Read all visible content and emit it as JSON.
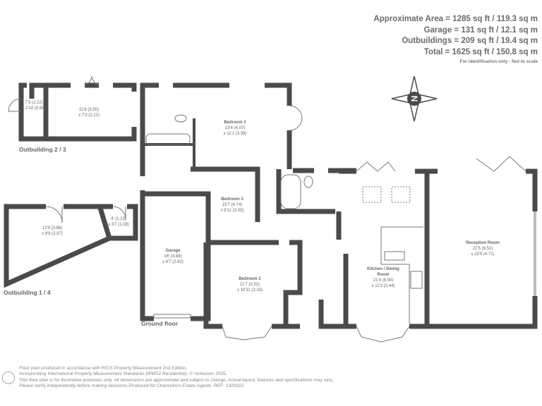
{
  "areas": {
    "approximate": "Approximate Area = 1285 sq ft / 119.3 sq m",
    "garage": "Garage = 131 sq ft / 12.1 sq m",
    "outbuildings": "Outbuildings = 209 sq ft / 19.4 sq m",
    "total": "Total = 1625 sq ft / 150.8 sq m",
    "note": "For identification only - Not to scale"
  },
  "compass": {
    "letter": "N",
    "icon": "compass-rose-icon"
  },
  "sections": {
    "outbuilding_23": "Outbuilding 2 / 3",
    "outbuilding_14": "Outbuilding 1 / 4",
    "ground_floor": "Ground floor"
  },
  "rooms": [
    {
      "name": "",
      "dim1": "7'3 (2.22)",
      "dim2": "x 2'10 (0.86)"
    },
    {
      "name": "",
      "dim1": "11'6 (3.50)",
      "dim2": "x 7'3 (2.22)"
    },
    {
      "name": "",
      "dim1": "12'9 (3.88)",
      "dim2": "x 9'9 (2.97)"
    },
    {
      "name": "",
      "dim1": "4' (1.23)",
      "dim2": "x 3'7 (1.08)"
    },
    {
      "name": "Garage",
      "dim1": "16' (4.88)",
      "dim2": "x 8'7 (2.62)"
    },
    {
      "name": "Bedroom 1",
      "dim1": "13'4 (4.07)",
      "dim2": "x 11'1 (3.39)"
    },
    {
      "name": "Bedroom 3",
      "dim1": "15'7 (4.74)",
      "dim2": "x 9'11 (3.03)"
    },
    {
      "name": "Bedroom 2",
      "dim1": "11'7 (3.52)",
      "dim2": "x 10'11 (3.33)"
    },
    {
      "name": "Kitchen / Dining Room",
      "dim1": "21'4 (6.50)",
      "dim2": "x 11'3 (3.44)"
    },
    {
      "name": "Reception Room",
      "dim1": "21'5 (6.52)",
      "dim2": "x 15'5 (4.71)"
    }
  ],
  "footer": {
    "line1": "Floor plan produced in accordance with RICS Property Measurement 2nd Edition,",
    "line2": "Incorporating International Property Measurement Standards (IPMS2 Residential).   © nichecom 2025.",
    "line3": "This floor plan is for illustrative purposes only. All dimensions are approximate and subject to change. Actual layout, features and specifications may vary.",
    "line4": "Please verify independently before making decisions.Produced for Chancellors Estate Agents.   REF: 1329322"
  },
  "colors": {
    "wall": "#4a4a4a",
    "text": "#666666"
  }
}
